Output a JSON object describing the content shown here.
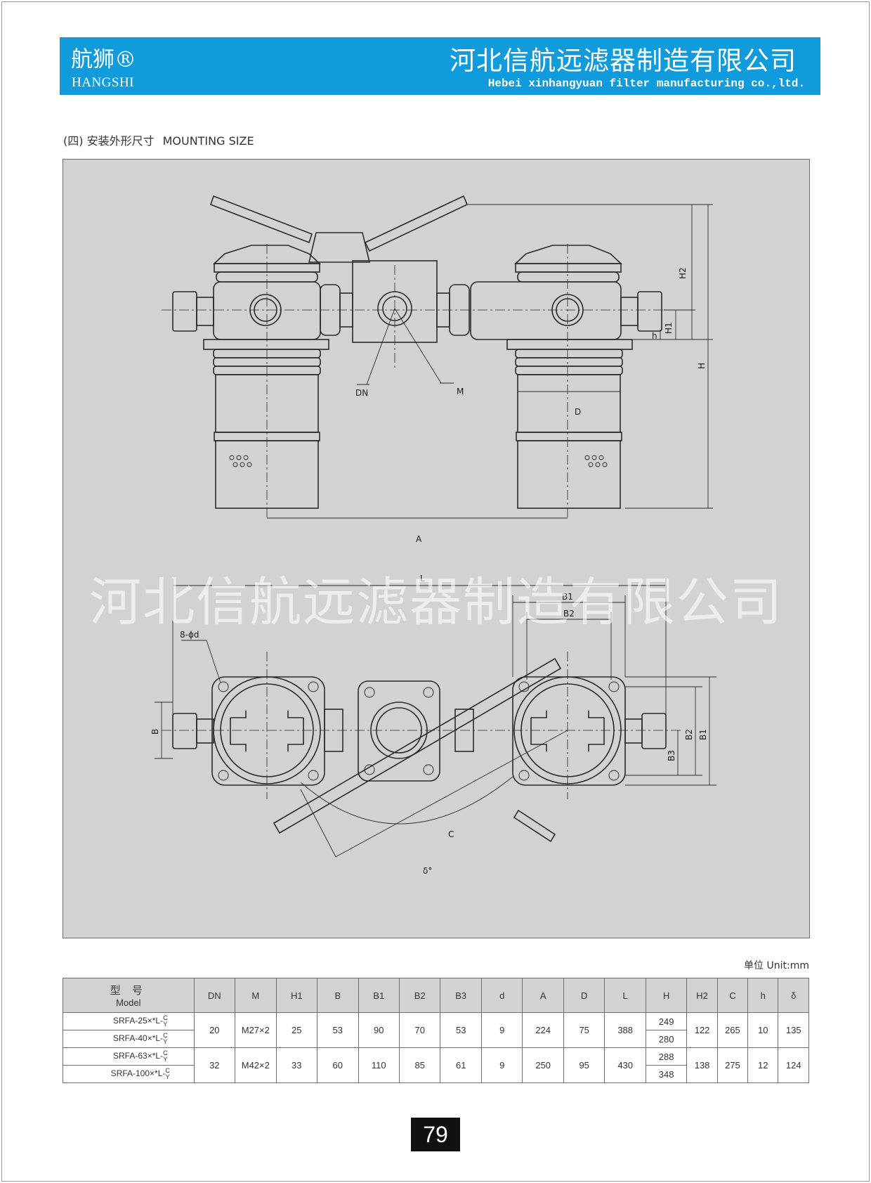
{
  "header": {
    "brand": "航狮®",
    "brand_en": "HANGSHI",
    "company": "河北信航远滤器制造有限公司",
    "company_en": "Hebei xinhangyuan filter manufacturing co.,ltd.",
    "color": "#0f9bdc"
  },
  "section": {
    "title_cn": "(四) 安装外形尺寸",
    "title_en": "MOUNTING SIZE"
  },
  "drawing": {
    "watermark": "河北信航远滤器制造有限公司",
    "labels": {
      "H2": "H2",
      "H": "H",
      "H1": "H1",
      "h": "h",
      "DN": "DN",
      "M": "M",
      "D": "D",
      "A": "A",
      "L": "L",
      "B1": "B1",
      "B2": "B2",
      "d8": "8-ϕd",
      "B": "B",
      "B3": "B3",
      "C": "C",
      "delta": "δ°"
    }
  },
  "unit": "单位 Unit:mm",
  "table": {
    "header_model_cn": "型 号",
    "header_model_en": "Model",
    "columns": [
      "DN",
      "M",
      "H1",
      "B",
      "B1",
      "B2",
      "B3",
      "d",
      "A",
      "D",
      "L",
      "H",
      "H2",
      "C",
      "h",
      "δ"
    ],
    "suffix_top": "C",
    "suffix_bottom": "Y",
    "groups": [
      {
        "models": [
          "SRFA-25×*L-",
          "SRFA-40×*L-"
        ],
        "DN": "20",
        "M": "M27×2",
        "H1": "25",
        "B": "53",
        "B1": "90",
        "B2": "70",
        "B3": "53",
        "d": "9",
        "A": "224",
        "D": "75",
        "L": "388",
        "H": [
          "249",
          "280"
        ],
        "H2": "122",
        "C": "265",
        "h": "10",
        "delta": "135"
      },
      {
        "models": [
          "SRFA-63×*L-",
          "SRFA-100×*L-"
        ],
        "DN": "32",
        "M": "M42×2",
        "H1": "33",
        "B": "60",
        "B1": "110",
        "B2": "85",
        "B3": "61",
        "d": "9",
        "A": "250",
        "D": "95",
        "L": "430",
        "H": [
          "288",
          "348"
        ],
        "H2": "138",
        "C": "275",
        "h": "12",
        "delta": "124"
      }
    ]
  },
  "page_number": "79"
}
